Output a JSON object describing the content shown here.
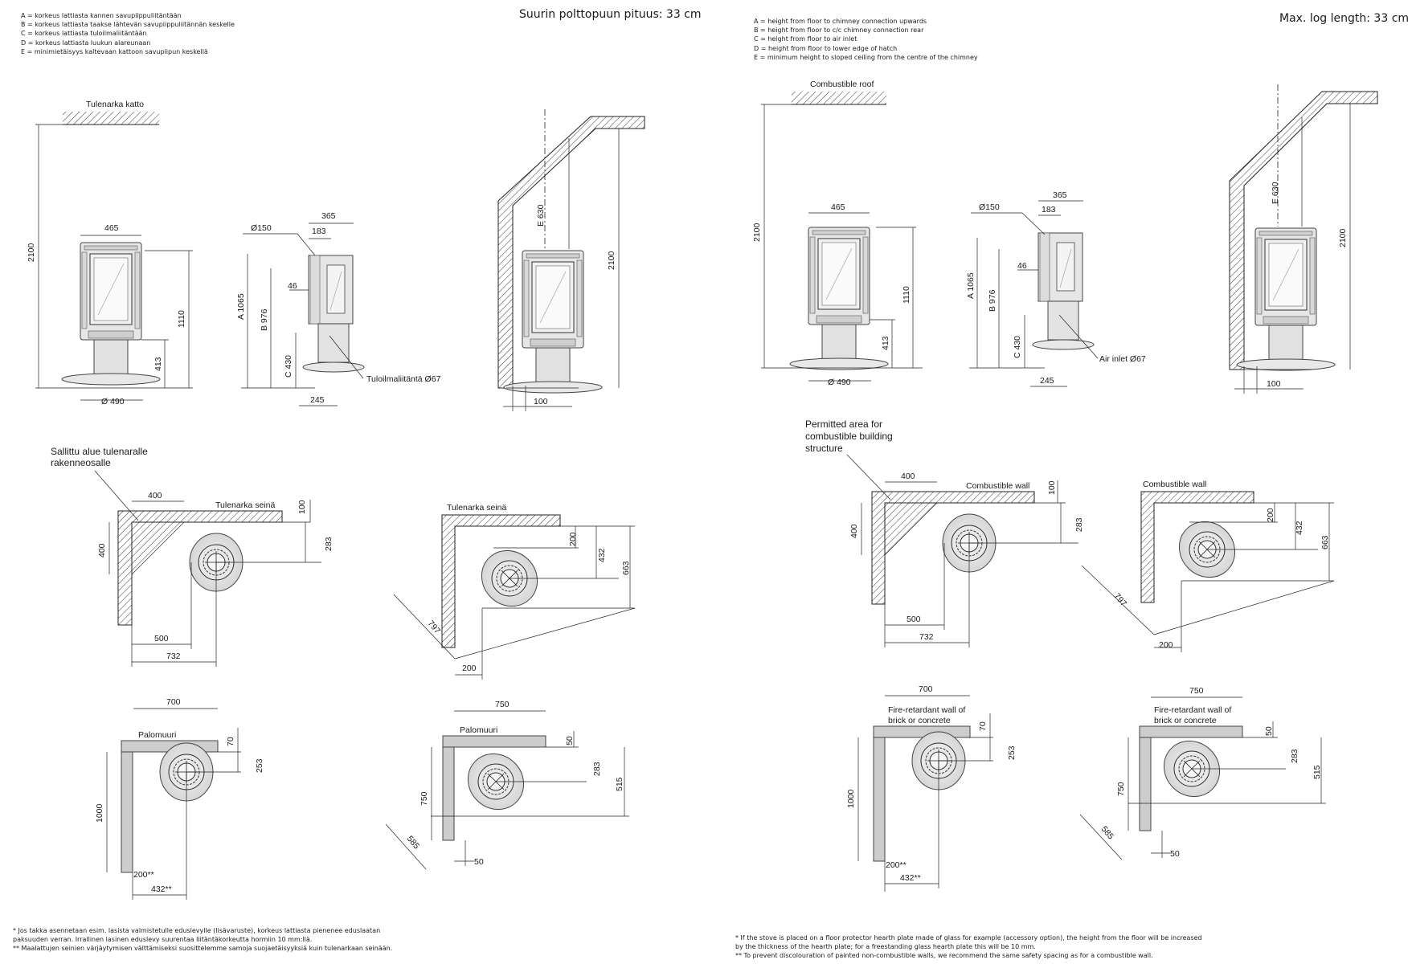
{
  "fi": {
    "legend": [
      "A = korkeus lattiasta kannen savupiippuliitäntään",
      "B = korkeus lattiasta taakse lähtevän savupiippuliitännän keskelle",
      "C = korkeus lattiasta tuloilmaliitäntään",
      "D = korkeus lattiasta luukun alareunaan",
      "E = minimietäisyys kaltevaan kattoon savupiipun keskellä"
    ],
    "max_log": "Suurin polttopuun pituus: 33 cm",
    "ceiling": "Tulenarka katto",
    "air_inlet": "Tuloilmaliitäntä Ø67",
    "permitted_area": [
      "Sallittu alue tulenaralle",
      "rakenneosalle"
    ],
    "combustible_wall": "Tulenarka seinä",
    "fire_wall": [
      "Palomuuri"
    ],
    "footnotes": [
      "*  Jos takka asennetaan esim. lasista valmistetulle eduslevylle (lisävaruste), korkeus lattiasta pienenee eduslaatan",
      "   paksuuden verran. Irrallinen lasinen eduslevy suurentaa liitäntäkorkeutta hormiin 10 mm:llä.",
      "** Maalattujen seinien värjäytymisen välttämiseksi suosittelemme samoja suojaetäisyyksiä kuin tulenarkaan seinään."
    ]
  },
  "en": {
    "legend": [
      "A = height from floor to chimney connection upwards",
      "B = height from floor to c/c chimney connection rear",
      "C = height from floor to air inlet",
      "D = height from floor to lower edge of hatch",
      "E = minimum height to sloped ceiling from the centre of the chimney"
    ],
    "max_log": "Max. log length: 33 cm",
    "ceiling": "Combustible roof",
    "air_inlet": "Air inlet Ø67",
    "permitted_area": [
      "Permitted area for",
      "combustible building",
      "structure"
    ],
    "combustible_wall": "Combustible wall",
    "fire_wall": [
      "Fire-retardant wall of",
      "brick or concrete"
    ],
    "footnotes": [
      "*   If the stove is placed on a floor protector hearth plate made of glass for example (accessory option), the height from the floor will be increased",
      "    by the thickness of the hearth plate; for a freestanding glass hearth plate this will be 10 mm.",
      "**  To prevent discolouration of painted non-combustible walls, we recommend the same safety spacing as for a combustible wall."
    ]
  },
  "dimensions": {
    "height_2100": "2100",
    "width_465": "465",
    "height_1110": "1110",
    "height_413": "413",
    "base_d490": "Ø 490",
    "flue_d150": "Ø150",
    "depth_365": "365",
    "depth_183": "183",
    "a_1065": "A 1065",
    "b_976": "B 976",
    "c_430": "C 430",
    "d_46": "46",
    "base_245": "245",
    "e_630": "E 630",
    "wall_100": "100",
    "area_400": "400",
    "wall_gap_100": "100",
    "center_283": "283",
    "side_500": "500",
    "side_732": "732",
    "corner_200": "200",
    "corner_432": "432",
    "corner_663": "663",
    "diag_797": "797",
    "fw_700": "700",
    "fw_70": "70",
    "fw_253": "253",
    "fw_1000": "1000",
    "fw_200s": "200**",
    "fw_432s": "432**",
    "fw_750": "750",
    "fw_50": "50",
    "fw_515": "515",
    "fw_585": "585"
  }
}
